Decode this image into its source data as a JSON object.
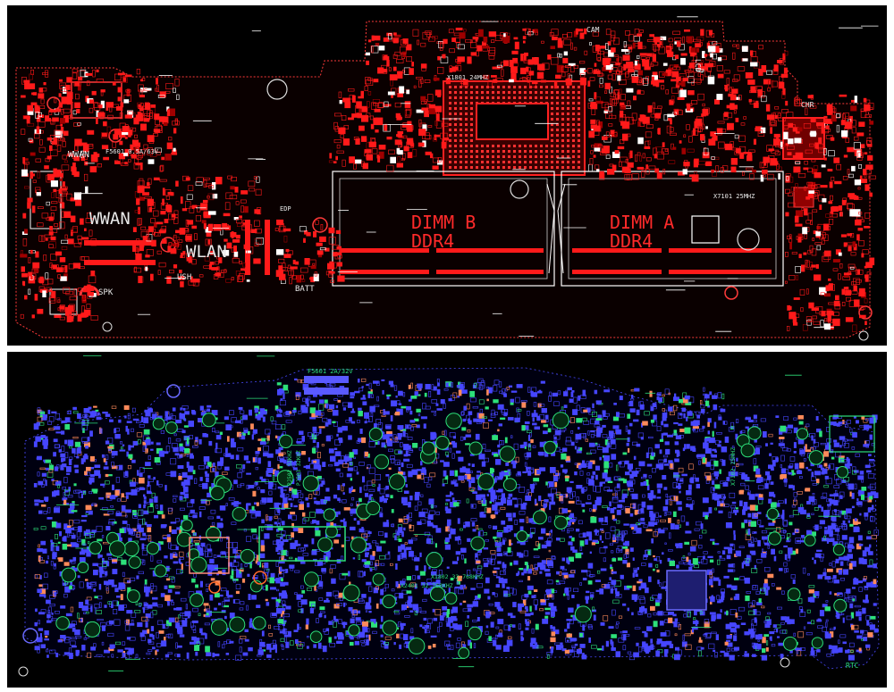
{
  "top_view": {
    "side": "top",
    "labels": {
      "wwan": "WWAN",
      "wwan_small": "WWAN",
      "wlan": "WLAN",
      "dimm_b": "DIMM B",
      "dimm_a": "DIMM A",
      "ddr4_b": "DDR4",
      "ddr4_a": "DDR4",
      "spk": "SPK",
      "usb": "USH",
      "batt": "BATT",
      "crystal_cpu": "X1801 24MHZ",
      "crystal_ec": "X7101 25MHZ",
      "fuse_wwan": "F5601 0.5A/63V",
      "lcd": "LCD",
      "cam": "CAM",
      "chr": "CHR",
      "edp": "EDP"
    },
    "colors": {
      "primary": "#ff1a1a",
      "secondary": "#ffffff",
      "pad": "#e00000"
    }
  },
  "bottom_view": {
    "side": "bottom",
    "labels": {
      "fuse_top": "F5601 2A/32V",
      "crystal_left": "X1802 32.768KHZ",
      "crystal_left2": "X2401 32.768KHZ",
      "crystal_right": "X7102 25MHZ",
      "rtc": "RTC",
      "side_text_1": "PJ502 32KHZ",
      "side_text_2": "PJ503 32KHZ"
    },
    "colors": {
      "primary": "#3a3aff",
      "pad": "#2de07a",
      "accent": "#ff6a2a"
    }
  }
}
